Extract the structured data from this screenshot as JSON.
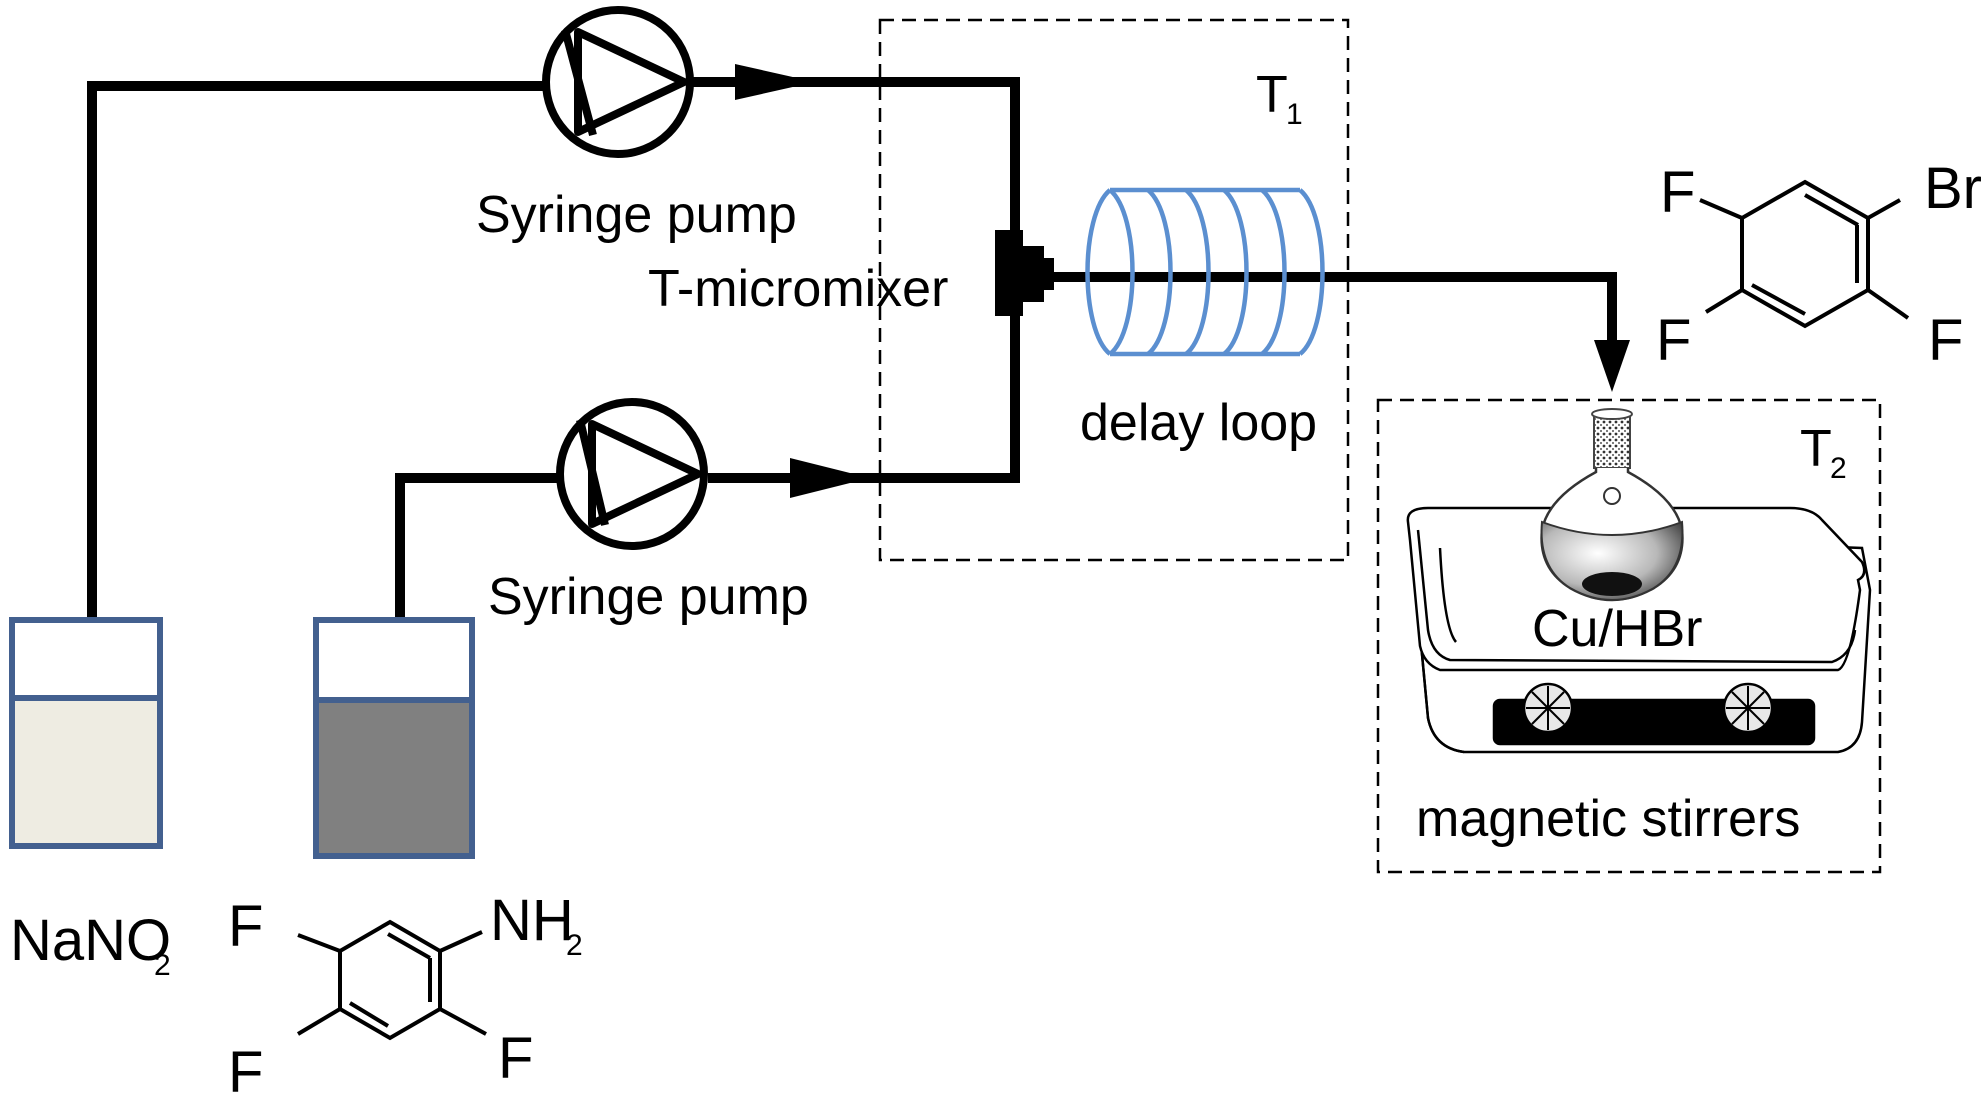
{
  "labels": {
    "syringe_pump_top": "Syringe pump",
    "syringe_pump_bottom": "Syringe pump",
    "t_micromixer": "T-micromixer",
    "delay_loop": "delay loop",
    "cu_hbr": "Cu/HBr",
    "magnetic_stirrers": "magnetic stirrers",
    "t1_main": "T",
    "t1_sub": "1",
    "t2_main": "T",
    "t2_sub": "2",
    "nano2_main": "NaNO",
    "nano2_sub": "2"
  },
  "reactant": {
    "f1": "F",
    "f2": "F",
    "f3": "F",
    "nh": "NH",
    "nh_sub": "2"
  },
  "product": {
    "f1": "F",
    "f2": "F",
    "f3": "F",
    "br": "Br"
  },
  "colors": {
    "line": "#000000",
    "coil": "#5b8fd0",
    "reservoir_border": "#43608f",
    "reservoir_a_fill": "#eeece2",
    "reservoir_b_fill": "#808080"
  }
}
